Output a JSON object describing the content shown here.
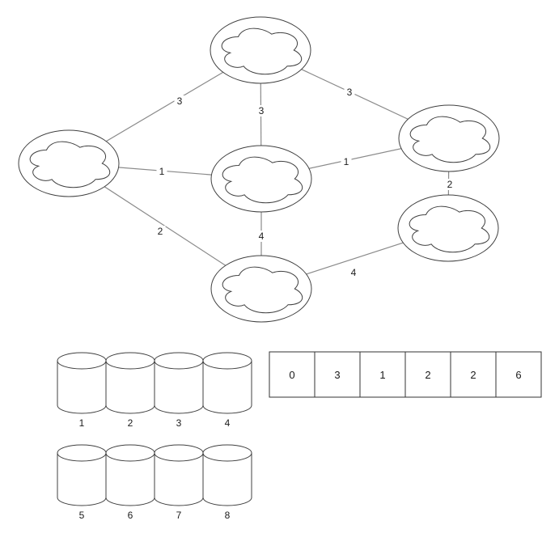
{
  "graph": {
    "nodes": [
      {
        "id": "cloud-top"
      },
      {
        "id": "cloud-left"
      },
      {
        "id": "cloud-middle"
      },
      {
        "id": "cloud-right"
      },
      {
        "id": "cloud-right-lower"
      },
      {
        "id": "cloud-bottom"
      }
    ],
    "edges": [
      {
        "from": "cloud-top",
        "to": "cloud-left",
        "weight": "3"
      },
      {
        "from": "cloud-top",
        "to": "cloud-middle",
        "weight": "3"
      },
      {
        "from": "cloud-top",
        "to": "cloud-right",
        "weight": "3"
      },
      {
        "from": "cloud-left",
        "to": "cloud-middle",
        "weight": "1"
      },
      {
        "from": "cloud-middle",
        "to": "cloud-right",
        "weight": "1"
      },
      {
        "from": "cloud-left",
        "to": "cloud-bottom",
        "weight": "2"
      },
      {
        "from": "cloud-middle",
        "to": "cloud-bottom",
        "weight": "4"
      },
      {
        "from": "cloud-right",
        "to": "cloud-right-lower",
        "weight": "2"
      },
      {
        "from": "cloud-bottom",
        "to": "cloud-right-lower",
        "weight": "4"
      }
    ]
  },
  "array": {
    "values": [
      "0",
      "3",
      "1",
      "2",
      "2",
      "6"
    ]
  },
  "cylinders": {
    "row1": [
      "1",
      "2",
      "3",
      "4"
    ],
    "row2": [
      "5",
      "6",
      "7",
      "8"
    ]
  }
}
